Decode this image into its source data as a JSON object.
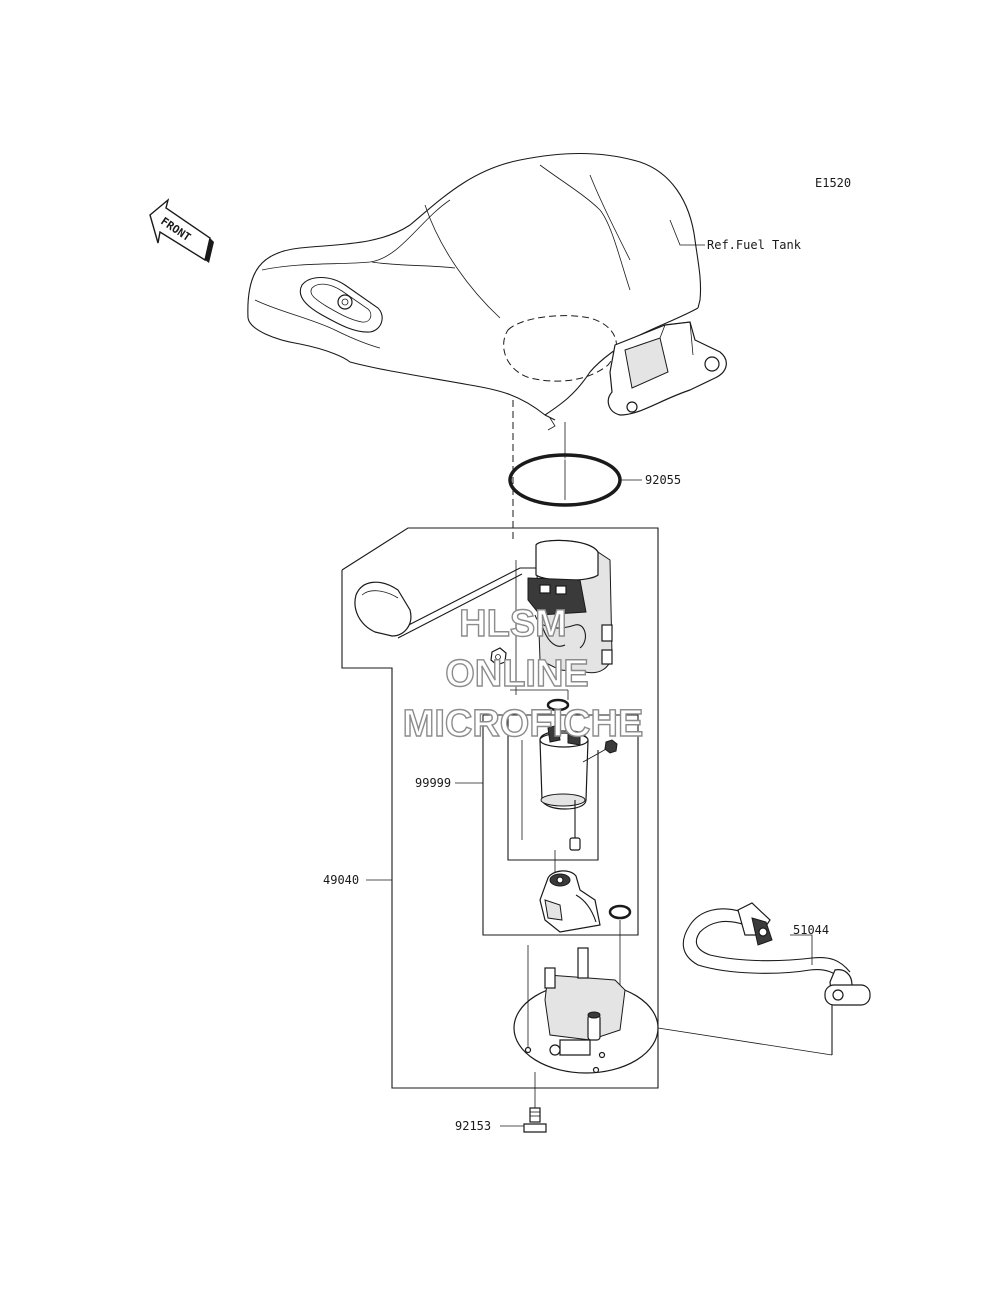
{
  "diagram_code": "E1520",
  "front_arrow_label": "FRONT",
  "ref_label": "Ref.Fuel Tank",
  "watermark": {
    "line1": "HLSM",
    "line2": "ONLINE",
    "line3": "MICROFICHE"
  },
  "parts": [
    {
      "number": "92055"
    },
    {
      "number": "99999"
    },
    {
      "number": "49040"
    },
    {
      "number": "51044"
    },
    {
      "number": "92153"
    }
  ]
}
